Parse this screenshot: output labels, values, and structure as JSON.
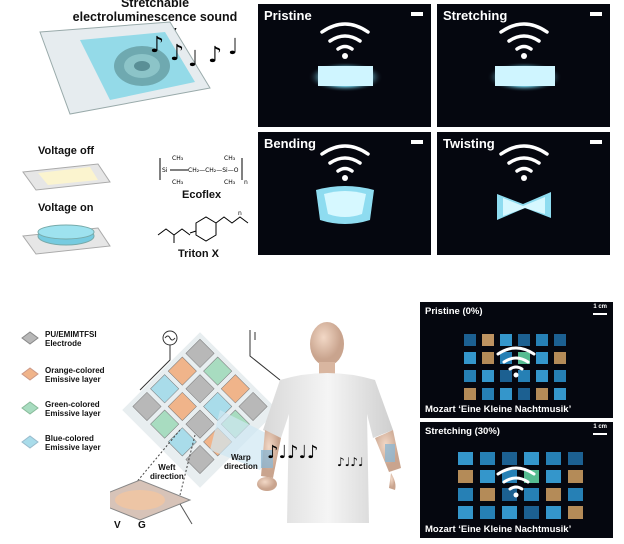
{
  "top_left": {
    "title": "Stretchable electroluminescence sound display",
    "voltage_off": "Voltage off",
    "voltage_on": "Voltage on",
    "ecoflex": "Ecoflex",
    "triton": "Triton X"
  },
  "photos": {
    "pristine": "Pristine",
    "stretching": "Stretching",
    "bending": "Bending",
    "twisting": "Twisting"
  },
  "legend": {
    "electrode_1": "PU/EMIMTFSI",
    "electrode_2": "Electrode",
    "orange_1": "Orange-colored",
    "orange_2": "Emissive layer",
    "green_1": "Green-colored",
    "green_2": "Emissive layer",
    "blue_1": "Blue-colored",
    "blue_2": "Emissive layer",
    "weft_1": "Weft",
    "weft_2": "direction",
    "warp_1": "Warp",
    "warp_2": "direction",
    "v": "V",
    "g": "G"
  },
  "right_panels": {
    "top_label": "Pristine (0%)",
    "top_scale": "1 cm",
    "top_caption": "Mozart ‘Eine Kleine Nachtmusik’",
    "bottom_label": "Stretching (30%)",
    "bottom_scale": "1 cm",
    "bottom_caption": "Mozart ‘Eine Kleine Nachtmusik’"
  },
  "colors": {
    "blue": "#7fd6ea",
    "orange": "#f0b48a",
    "green": "#a8dcc0",
    "electrode": "#b8b8b8"
  }
}
